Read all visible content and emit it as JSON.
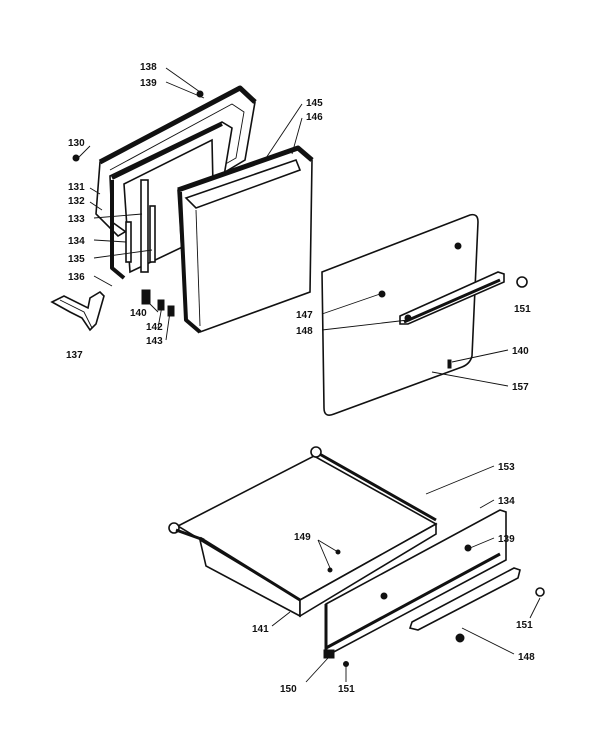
{
  "labels": {
    "l138": "138",
    "l139a": "139",
    "l130": "130",
    "l131a": "131",
    "l132": "132",
    "l133": "133",
    "l134a": "134",
    "l135": "135",
    "l136": "136",
    "l137": "137",
    "l140a": "140",
    "l142": "142",
    "l143": "143",
    "l145": "145",
    "l146": "146",
    "l147": "147",
    "l148a": "148",
    "l151a": "151",
    "l140b": "140",
    "l157": "157",
    "l153": "153",
    "l134b": "134",
    "l139b": "139",
    "l149": "149",
    "l141": "141",
    "l151b": "151",
    "l148b": "148",
    "l150": "150",
    "l151c": "151"
  }
}
